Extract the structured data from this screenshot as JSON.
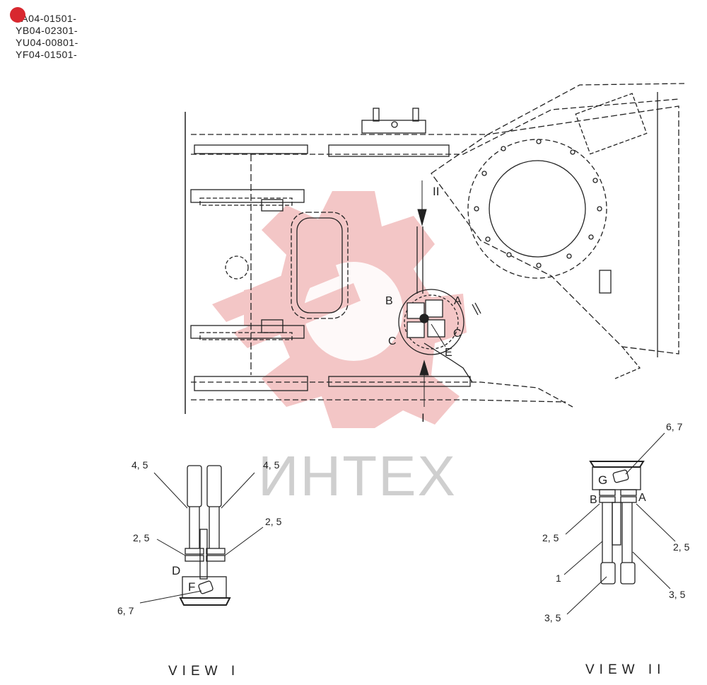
{
  "serial_numbers": [
    "LA04-01501-",
    "YB04-02301-",
    "YU04-00801-",
    "YF04-01501-"
  ],
  "watermark": {
    "text": "ИНТЕХ",
    "gear_color": "#f0b4b4",
    "text_color": "#cfcfcf"
  },
  "main_view": {
    "port_labels": {
      "A": "A",
      "B": "B",
      "C_left": "C",
      "C_right": "C",
      "E": "E"
    },
    "view_arrows": {
      "top": "II",
      "bottom": "I"
    }
  },
  "view_one": {
    "title": "VIEW I",
    "callouts": {
      "hose_left": "4, 5",
      "hose_right": "4, 5",
      "fitting_left": "2, 5",
      "fitting_right": "2, 5",
      "plug": "6, 7"
    },
    "ports": {
      "D": "D",
      "F": "F"
    }
  },
  "view_two": {
    "title": "VIEW II",
    "callouts": {
      "plug": "6, 7",
      "fitting_left": "2, 5",
      "fitting_right": "2, 5",
      "hose_mid": "1",
      "hose_bottom_left": "3, 5",
      "hose_bottom_right": "3, 5"
    },
    "ports": {
      "G": "G",
      "B": "B",
      "A": "A"
    }
  }
}
